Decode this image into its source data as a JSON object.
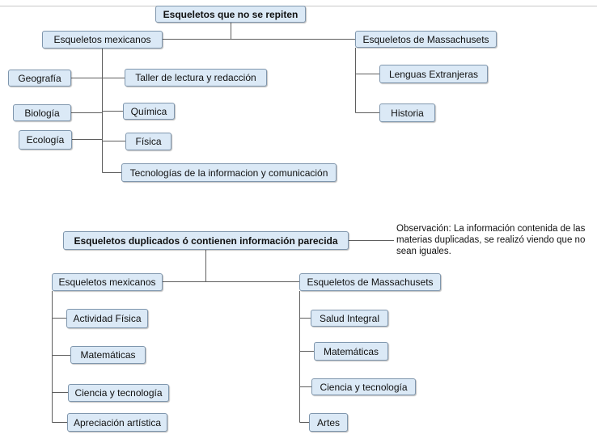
{
  "diagram1": {
    "root": "Esqueletos que no se repiten",
    "left_branch": "Esqueletos mexicanos",
    "right_branch": "Esqueletos de Massachusets",
    "mex_outer": [
      "Geografía",
      "Biología",
      "Ecología"
    ],
    "mex_inner": [
      "Taller de lectura y redacción",
      "Química",
      "Física",
      "Tecnologías de la informacion y comunicación"
    ],
    "mass_items": [
      "Lenguas Extranjeras",
      "Historia"
    ]
  },
  "diagram2": {
    "root": "Esqueletos duplicados ó contienen información parecida",
    "note": "Observación: La información contenida de las materias duplicadas, se realizó viendo que no sean iguales.",
    "left_branch": "Esqueletos mexicanos",
    "right_branch": "Esqueletos de Massachusets",
    "mex_items": [
      "Actividad Física",
      "Matemáticas",
      "Ciencia y tecnología",
      "Apreciación artística"
    ],
    "mass_items": [
      "Salud Integral",
      "Matemáticas",
      "Ciencia y tecnología",
      "Artes"
    ]
  },
  "colors": {
    "node_fill": "#dbe9f6",
    "node_border": "#7f96ad",
    "connector": "#5e5e5e"
  }
}
